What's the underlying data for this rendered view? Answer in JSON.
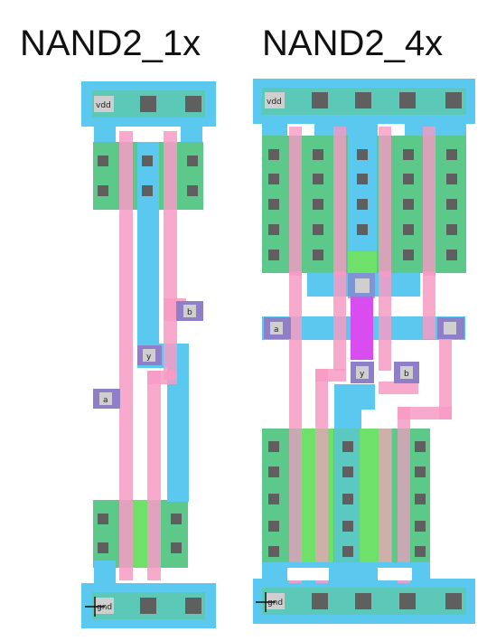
{
  "titles": {
    "left": "NAND2_1x",
    "right": "NAND2_4x"
  },
  "cells": [
    {
      "name": "NAND2_1x",
      "power_label": "vdd",
      "ground_label": "gnd",
      "pins": {
        "a": "a",
        "b": "b",
        "y": "y"
      }
    },
    {
      "name": "NAND2_4x",
      "power_label": "vdd",
      "ground_label": "gnd",
      "pins": {
        "a": "a",
        "b": "b",
        "y": "y"
      }
    }
  ],
  "colors": {
    "metal1": "#5bc8f0",
    "diffusion_p": "#5cc88a",
    "diffusion_n": "#6fe06a",
    "poly": "#f79bc4",
    "contact": "#5f5f5f",
    "via_pin": "#8f7fc6",
    "pin_fill": "#cfcfcf",
    "magenta": "#d94cf0"
  }
}
